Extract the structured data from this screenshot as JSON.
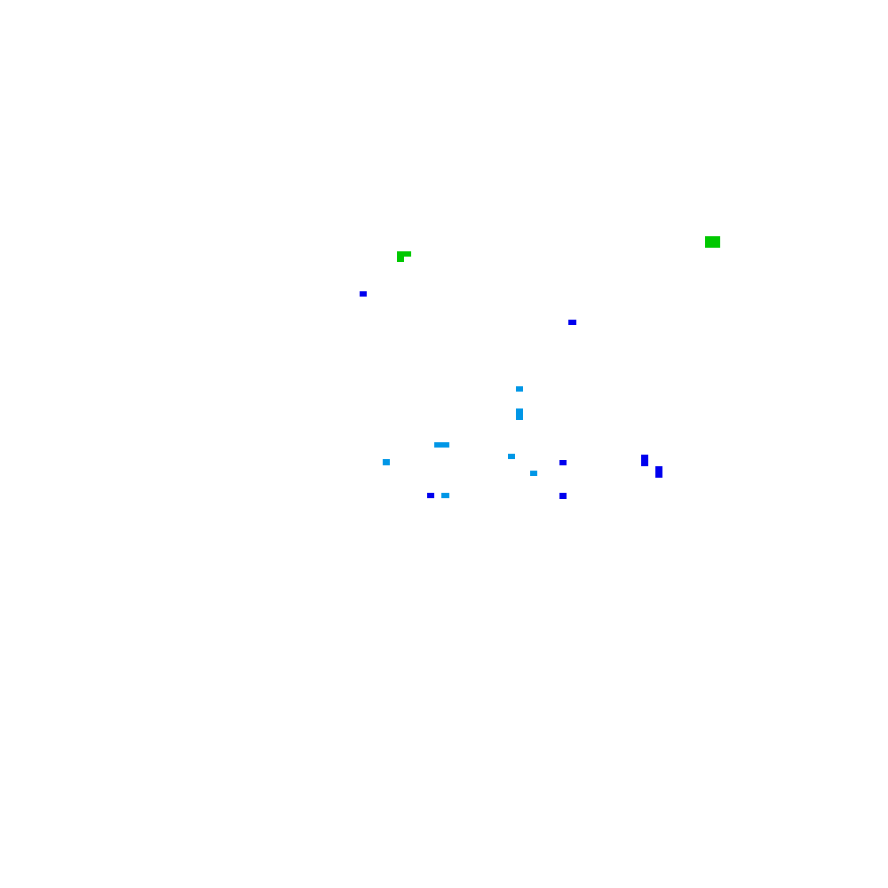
{
  "colors": {
    "background": "#ffffff",
    "green": "#00c800",
    "blue": "#0000ee",
    "cyan": "#0096e6"
  },
  "blobs": [
    {
      "id": "blob-green-1",
      "color": "green"
    },
    {
      "id": "blob-green-2",
      "color": "green"
    },
    {
      "id": "blob-blue-1",
      "color": "blue"
    },
    {
      "id": "blob-blue-2",
      "color": "blue"
    },
    {
      "id": "blob-cyan-1",
      "color": "cyan"
    },
    {
      "id": "blob-cyan-2",
      "color": "cyan"
    },
    {
      "id": "blob-cyan-3",
      "color": "cyan"
    },
    {
      "id": "blob-cyan-4",
      "color": "cyan"
    },
    {
      "id": "blob-cyan-5",
      "color": "cyan"
    },
    {
      "id": "blob-cyan-6",
      "color": "cyan"
    },
    {
      "id": "blob-blue-3",
      "color": "blue"
    },
    {
      "id": "blob-blue-4",
      "color": "blue"
    },
    {
      "id": "blob-blue-5",
      "color": "blue"
    },
    {
      "id": "blob-cyan-7",
      "color": "cyan"
    },
    {
      "id": "blob-blue-6",
      "color": "blue"
    },
    {
      "id": "blob-cyan-8",
      "color": "cyan"
    },
    {
      "id": "blob-blue-7",
      "color": "blue"
    }
  ]
}
